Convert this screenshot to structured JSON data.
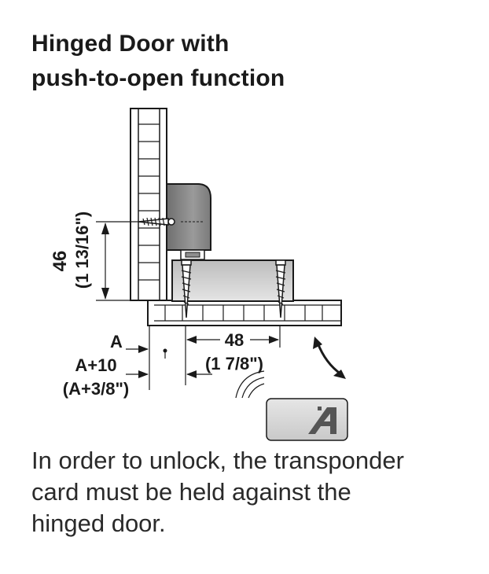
{
  "title": {
    "line1": "Hinged Door with",
    "line2": "push-to-open function"
  },
  "dimensions": {
    "height_mm": "46",
    "height_in": "(1 13/16\")",
    "offset_a": "A",
    "offset_a10": "A+10",
    "offset_a38": "(A+3/8\")",
    "width_mm": "48",
    "width_in": "(1 7/8\")"
  },
  "caption": {
    "line1": "In order to unlock, the transponder",
    "line2": "card must be held against the",
    "line3": "hinged door."
  },
  "colors": {
    "ink": "#1a1a1a",
    "lock_body": "#8e8e8e",
    "plate": "#d9d9d9",
    "card": "#d6d6d6"
  }
}
